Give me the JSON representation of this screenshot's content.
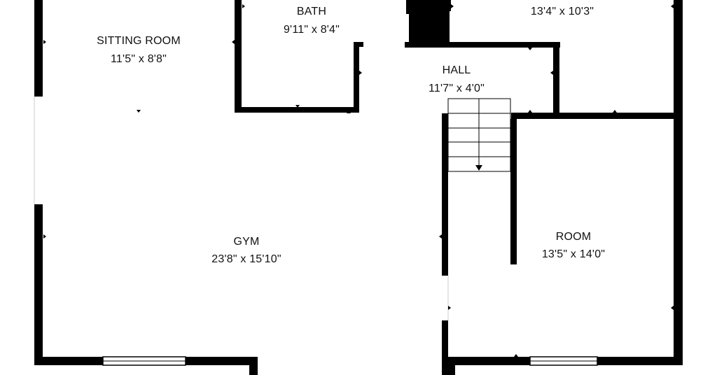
{
  "colors": {
    "wall": "#000000",
    "background": "#ffffff",
    "text": "#111111",
    "stair_line": "#000000"
  },
  "rooms": {
    "bath": {
      "name": "BATH",
      "dims": "9'11\" x 8'4\""
    },
    "bedroom_top_right": {
      "name": "",
      "dims": "13'4\" x 10'3\""
    },
    "sitting": {
      "name": "SITTING ROOM",
      "dims": "11'5\" x 8'8\""
    },
    "hall": {
      "name": "HALL",
      "dims": "11'7\" x 4'0\""
    },
    "gym": {
      "name": "GYM",
      "dims": "23'8\" x 15'10\""
    },
    "room": {
      "name": "ROOM",
      "dims": "13'5\" x 14'0\""
    }
  },
  "stairs": {
    "direction": "down",
    "steps": 5
  }
}
